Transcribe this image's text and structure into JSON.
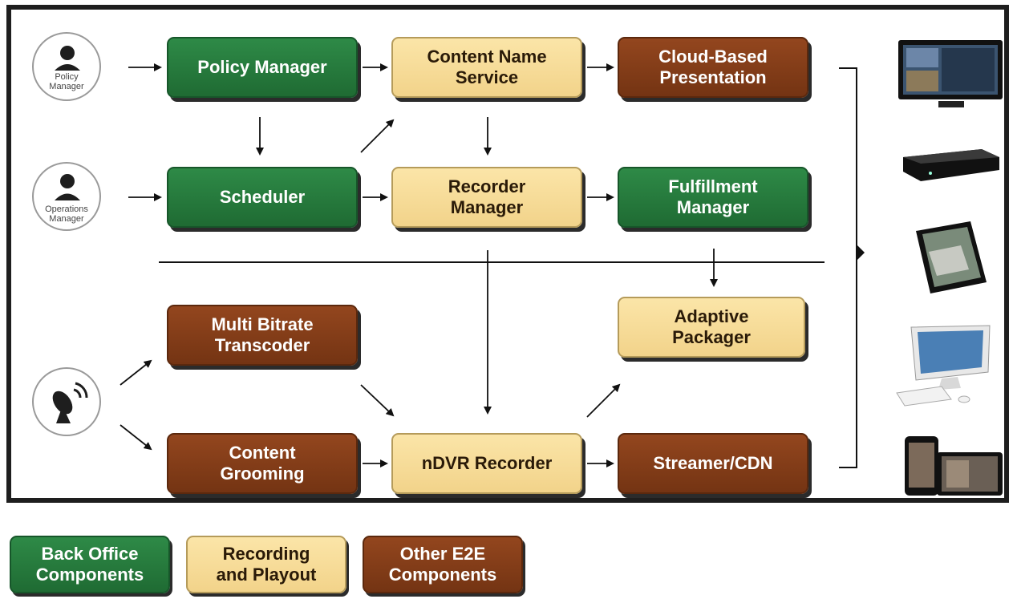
{
  "actors": {
    "policy_manager": "Policy\nManager",
    "operations_manager": "Operations\nManager",
    "satellite": ""
  },
  "nodes": {
    "policy_manager": "Policy Manager",
    "content_name_service": "Content Name\nService",
    "cloud_based_presentation": "Cloud-Based\nPresentation",
    "scheduler": "Scheduler",
    "recorder_manager": "Recorder\nManager",
    "fulfillment_manager": "Fulfillment\nManager",
    "multi_bitrate_transcoder": "Multi Bitrate\nTranscoder",
    "adaptive_packager": "Adaptive\nPackager",
    "content_grooming": "Content\nGrooming",
    "ndvr_recorder": "nDVR Recorder",
    "streamer_cdn": "Streamer/CDN"
  },
  "legend": {
    "back_office": "Back Office\nComponents",
    "recording_playout": "Recording\nand Playout",
    "other_e2e": "Other E2E\nComponents"
  },
  "colors": {
    "back_office": "#247a3c",
    "recording_playout": "#f7dc98",
    "other_e2e": "#833d18"
  },
  "devices": [
    "tv-icon",
    "set-top-box-icon",
    "tablet-icon",
    "all-in-one-pc-icon",
    "smartphone-tablet-icon"
  ]
}
